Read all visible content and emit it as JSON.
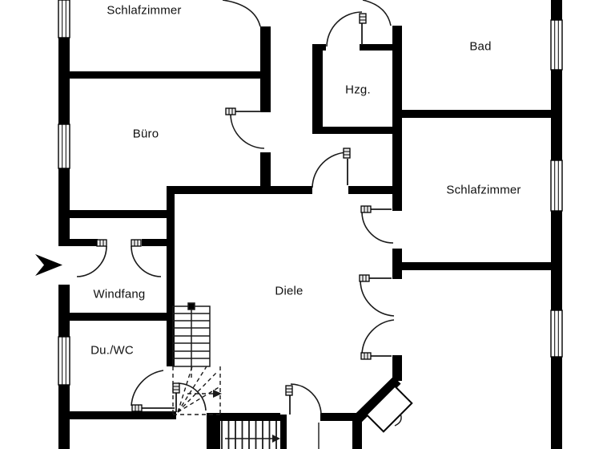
{
  "colors": {
    "wall": "#000000",
    "background": "#ffffff",
    "text": "#111111",
    "thin_line": "#1a1a1a"
  },
  "rooms": [
    {
      "id": "schlafzimmer-top-left",
      "label": "Schlafzimmer"
    },
    {
      "id": "buero",
      "label": "Büro"
    },
    {
      "id": "bad",
      "label": "Bad"
    },
    {
      "id": "hzg",
      "label": "Hzg."
    },
    {
      "id": "schlafzimmer-right",
      "label": "Schlafzimmer"
    },
    {
      "id": "windfang",
      "label": "Windfang"
    },
    {
      "id": "diele",
      "label": "Diele"
    },
    {
      "id": "du-wc",
      "label": "Du./WC"
    }
  ],
  "symbols": {
    "entrance_arrow_direction": "right",
    "main_stair_run": "up",
    "winder_arrow_direction": "right",
    "basement_stair_arrow_direction": "right",
    "window_count": 6,
    "door_count": 12
  }
}
